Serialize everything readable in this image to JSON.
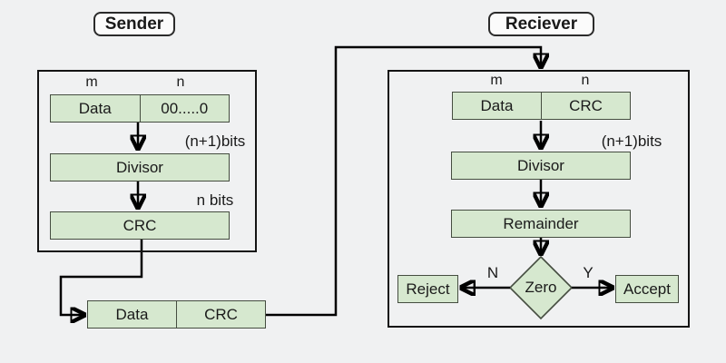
{
  "titles": {
    "sender": "Sender",
    "receiver": "Reciever"
  },
  "sender": {
    "m_label": "m",
    "n_label": "n",
    "input_box": {
      "left": "Data",
      "right": "00.....0"
    },
    "nplus1_label": "(n+1)bits",
    "divisor": "Divisor",
    "nbits_label": "n bits",
    "crc": "CRC"
  },
  "frame": {
    "data": "Data",
    "crc": "CRC"
  },
  "receiver": {
    "m_label": "m",
    "n_label": "n",
    "input_box": {
      "left": "Data",
      "right": "CRC"
    },
    "nplus1_label": "(n+1)bits",
    "divisor": "Divisor",
    "remainder": "Remainder",
    "decision": "Zero",
    "no_label": "N",
    "yes_label": "Y",
    "reject": "Reject",
    "accept": "Accept"
  },
  "colors": {
    "background": "#f0f1f2",
    "box_fill": "#d6e8cf",
    "box_border": "#454d40",
    "line": "#000000"
  }
}
